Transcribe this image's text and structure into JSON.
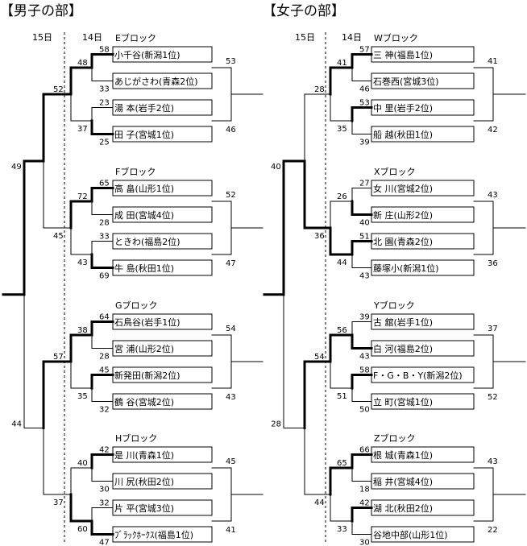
{
  "divisions": [
    {
      "title": "【男子の部】",
      "day_outer": "15日",
      "day_inner": "14日",
      "final_scores": [
        "49",
        "44"
      ],
      "semifinal_scores": [
        [
          "52",
          "45"
        ],
        [
          "57",
          "37"
        ]
      ],
      "blocks": [
        {
          "name": "Eブロック",
          "teams": [
            "小千谷(新潟1位)",
            "あじがさわ(青森2位)",
            "湯 本(岩手2位)",
            "田 子(宮城1位)"
          ],
          "r1_scores": [
            [
              "58",
              "33"
            ],
            [
              "23",
              "25"
            ]
          ],
          "r2_scores": [
            "48",
            "37"
          ],
          "right_scores": [
            "53",
            "46"
          ]
        },
        {
          "name": "Fブロック",
          "teams": [
            "高 畠(山形1位)",
            "成 田(宮城4位)",
            "ときわ(福島2位)",
            "牛 島(秋田1位)"
          ],
          "r1_scores": [
            [
              "65",
              "28"
            ],
            [
              "33",
              "69"
            ]
          ],
          "r2_scores": [
            "72",
            "43"
          ],
          "right_scores": [
            "52",
            "47"
          ]
        },
        {
          "name": "Gブロック",
          "teams": [
            "石鳥谷(岩手1位)",
            "宮 浦(山形2位)",
            "新発田(新潟2位)",
            "鶴 谷(宮城2位)"
          ],
          "r1_scores": [
            [
              "64",
              "28"
            ],
            [
              "45",
              "32"
            ]
          ],
          "r2_scores": [
            "38",
            "35"
          ],
          "right_scores": [
            "54",
            "43"
          ]
        },
        {
          "name": "Hブロック",
          "teams": [
            "是 川(青森1位)",
            "川 尻(秋田2位)",
            "片 平(宮城3位)",
            "ﾌﾞﾗｯｸﾎｰｸｽ(福島1位)"
          ],
          "r1_scores": [
            [
              "42",
              "30"
            ],
            [
              "32",
              "47"
            ]
          ],
          "r2_scores": [
            "40",
            "60"
          ],
          "right_scores": [
            "45",
            "41"
          ]
        }
      ]
    },
    {
      "title": "【女子の部】",
      "day_outer": "15日",
      "day_inner": "14日",
      "final_scores": [
        "40",
        "28"
      ],
      "semifinal_scores": [
        [
          "28",
          "36"
        ],
        [
          "54",
          "44"
        ]
      ],
      "blocks": [
        {
          "name": "Wブロック",
          "teams": [
            "三 神(福島1位)",
            "石巻西(宮城3位)",
            "中 里(岩手2位)",
            "船 越(秋田1位)"
          ],
          "r1_scores": [
            [
              "57",
              "46"
            ],
            [
              "53",
              "39"
            ]
          ],
          "r2_scores": [
            "41",
            "35"
          ],
          "right_scores": [
            "41",
            "42"
          ]
        },
        {
          "name": "Xブロック",
          "teams": [
            "女 川(宮城2位)",
            "新 庄(山形2位)",
            "北 園(青森2位)",
            "藤塚小(新潟1位)"
          ],
          "r1_scores": [
            [
              "27",
              "40"
            ],
            [
              "51",
              "43"
            ]
          ],
          "r2_scores": [
            "26",
            "44"
          ],
          "right_scores": [
            "43",
            "36"
          ]
        },
        {
          "name": "Yブロック",
          "teams": [
            "古 舘(岩手1位)",
            "白 河(福島2位)",
            "F・G・B・Y(新潟2位)",
            "立 町(宮城1位)"
          ],
          "r1_scores": [
            [
              "39",
              "43"
            ],
            [
              "58",
              "50"
            ]
          ],
          "r2_scores": [
            "56",
            "51"
          ],
          "right_scores": [
            "37",
            "52"
          ]
        },
        {
          "name": "Zブロック",
          "teams": [
            "根 城(青森1位)",
            "稲 井(宮城4位)",
            "湖 北(秋田2位)",
            "谷地中部(山形1位)"
          ],
          "r1_scores": [
            [
              "66",
              "18"
            ],
            [
              "42",
              "30"
            ]
          ],
          "r2_scores": [
            "65",
            "33"
          ],
          "right_scores": [
            "43",
            "22"
          ]
        }
      ]
    }
  ]
}
